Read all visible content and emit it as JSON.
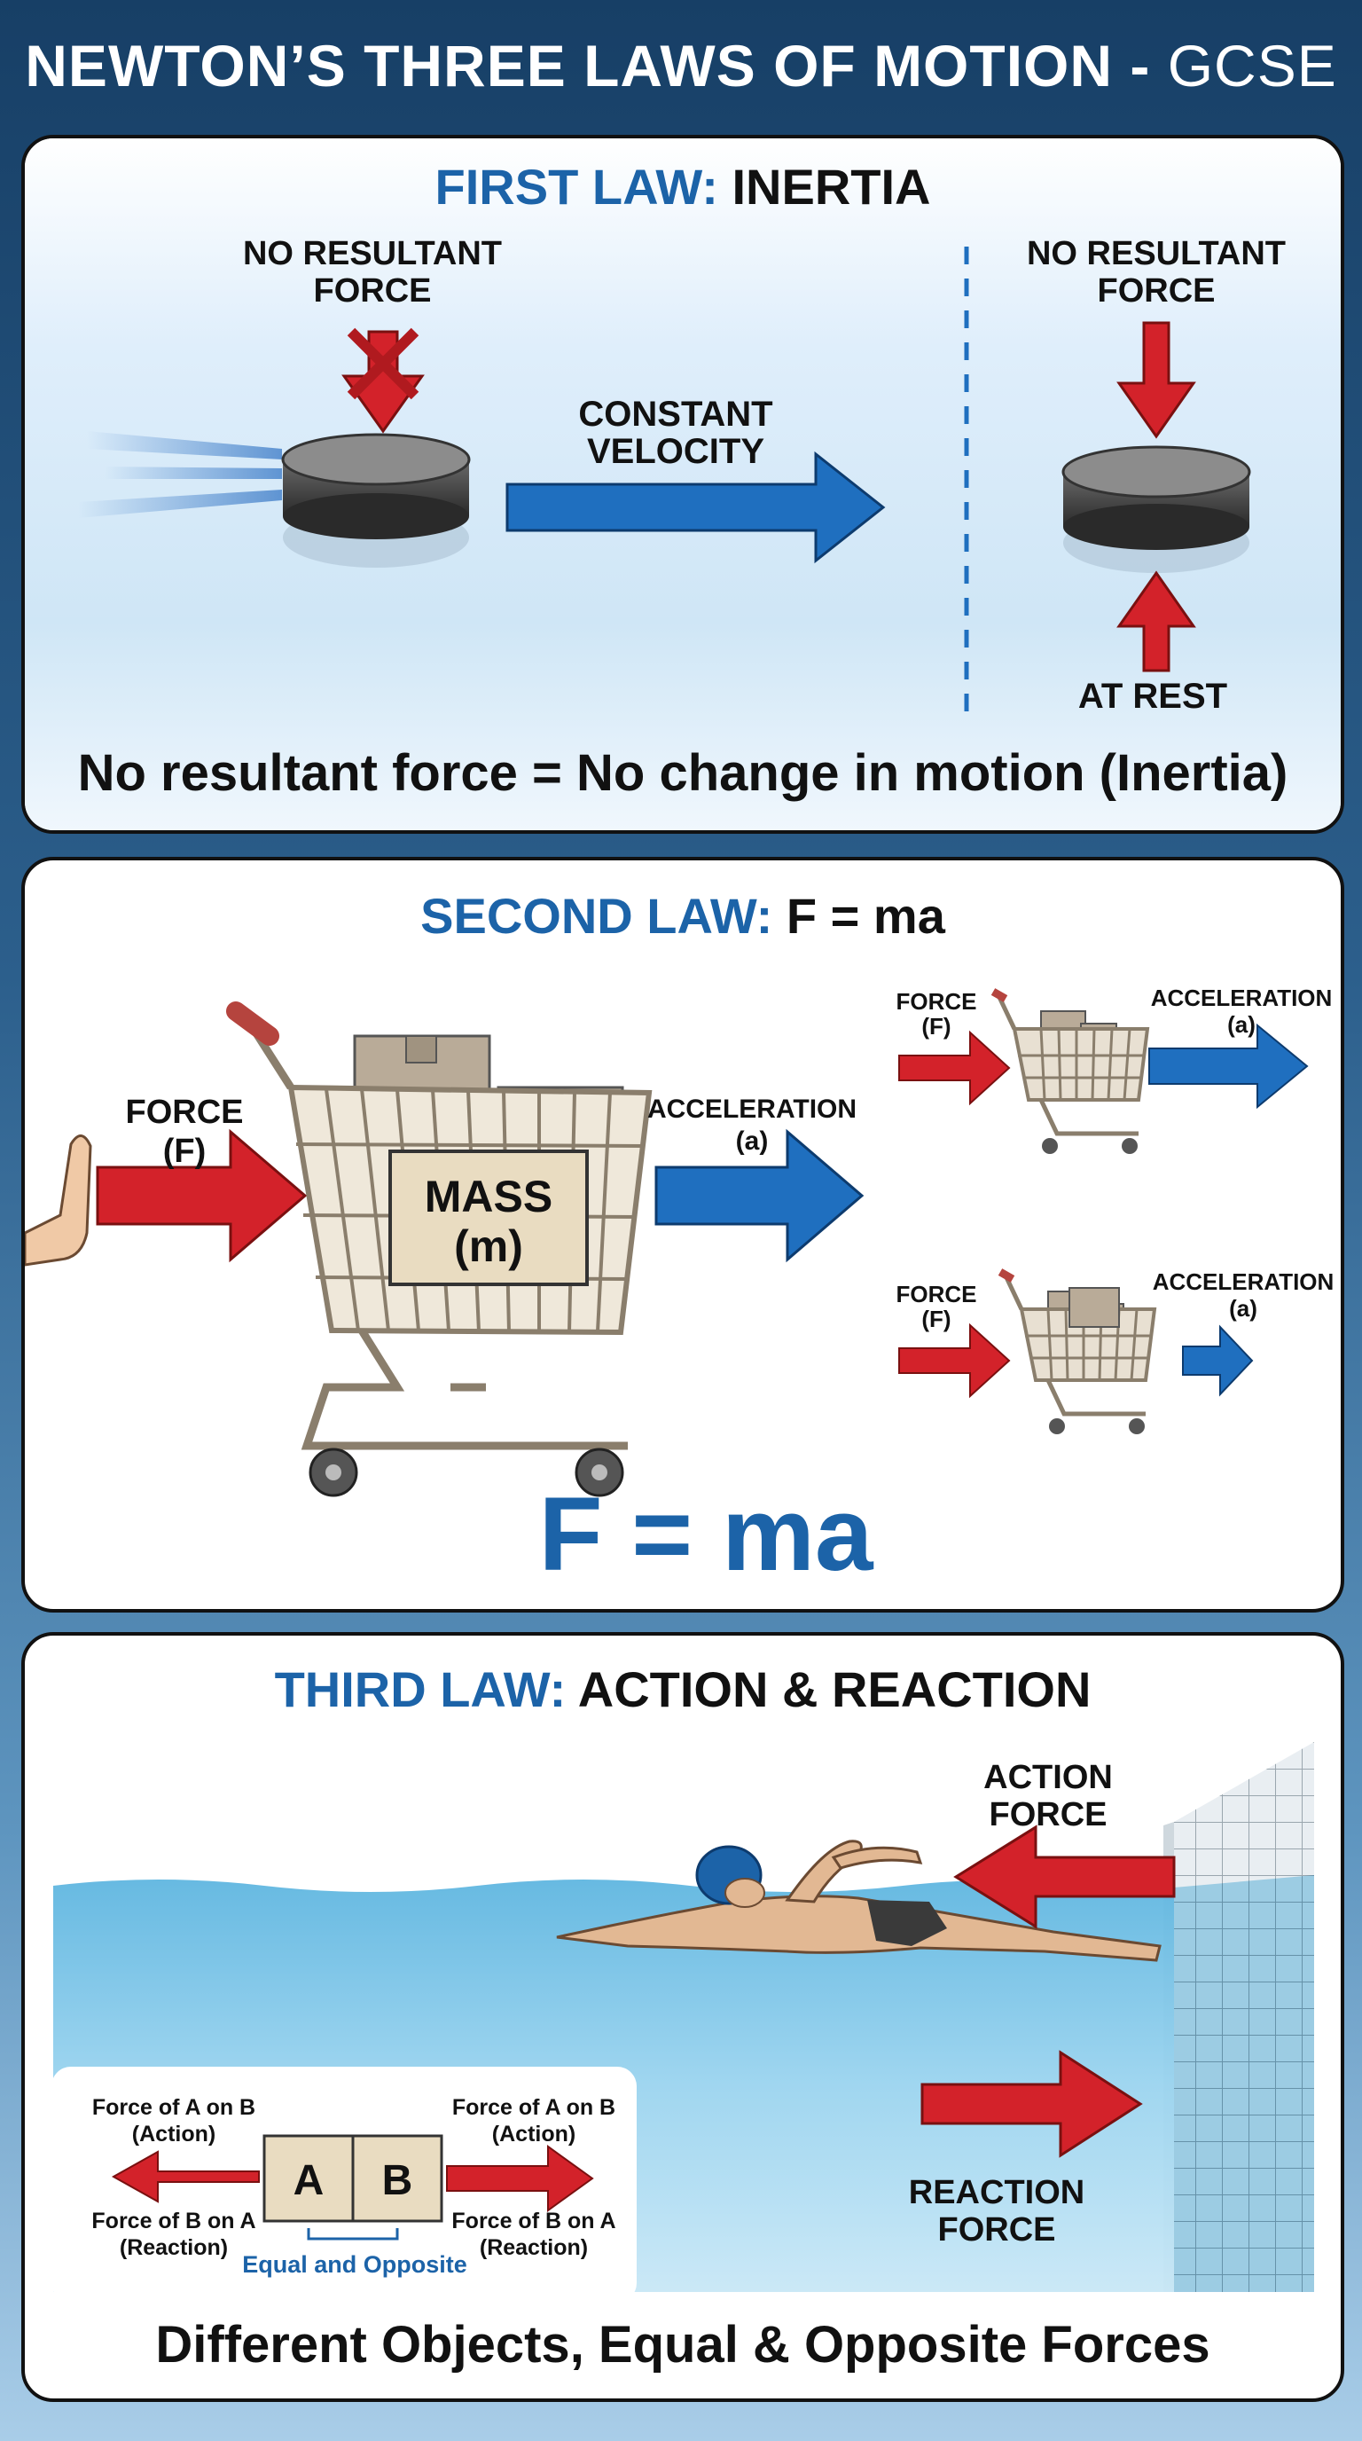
{
  "title": {
    "main": "NEWTON’S THREE LAWS OF MOTION - ",
    "suffix": "GCSE"
  },
  "first_law": {
    "title_accent": "FIRST LAW:",
    "title_rest": " INERTIA",
    "left_force_line1": "NO RESULTANT",
    "left_force_line2": "FORCE",
    "velocity_line1": "CONSTANT",
    "velocity_line2": "VELOCITY",
    "right_force_line1": "NO RESULTANT",
    "right_force_line2": "FORCE",
    "at_rest": "AT REST",
    "caption": "No resultant force = No change in motion (Inertia)"
  },
  "second_law": {
    "title_accent": "SECOND LAW:",
    "title_rest": " F = ma",
    "force_line1": "FORCE",
    "force_line2": "(F)",
    "mass_line1": "MASS",
    "mass_line2": "(m)",
    "accel_line1": "ACCELERATION",
    "accel_line2": "(a)",
    "formula": "F = ma"
  },
  "third_law": {
    "title_accent": "THIRD LAW:",
    "title_rest": " ACTION & REACTION",
    "action_line1": "ACTION",
    "action_line2": "FORCE",
    "reaction_line1": "REACTION",
    "reaction_line2": "FORCE",
    "box_a": "A",
    "box_b": "B",
    "a_on_b_line1": "Force of A on B",
    "a_on_b_line2": "(Action)",
    "b_on_a_line1": "Force of B on A",
    "b_on_a_line2": "(Reaction)",
    "equal_opposite": "Equal and Opposite",
    "caption": "Different Objects, Equal & Opposite Forces"
  },
  "colors": {
    "accent_blue": "#1c63a8",
    "force_red": "#d3222a",
    "accel_blue": "#1f6fbf",
    "water": "#8fd0ee"
  }
}
